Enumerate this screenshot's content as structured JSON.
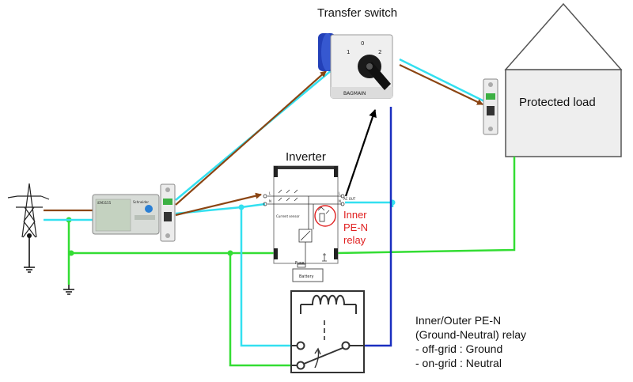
{
  "labels": {
    "transfer_switch": "Transfer switch",
    "protected_load": "Protected load",
    "inverter": "Inverter",
    "inner_relay": [
      "Inner",
      "PE-N",
      "relay"
    ],
    "outer_relay_caption": [
      "Inner/Outer PE-N",
      "(Ground-Neutral) relay",
      "- off-grid : Ground",
      "- on-grid : Neutral"
    ],
    "switch_brand": "BAGMAIN",
    "switch_positions": [
      "1",
      "0",
      "2"
    ],
    "inverter_terminals": [
      "L",
      "N",
      "L",
      "N"
    ],
    "inverter_ac_out": "AC OUT",
    "current_sensor": "Current sensor",
    "fuse": "Fuse",
    "battery": "Battery",
    "meter_brand": "Schneider",
    "meter_model": "iEM3155"
  },
  "colors": {
    "phase_line": "#8b4513",
    "neutral_line": "#33e0f0",
    "ground_line": "#33dd33",
    "switch_feed": "#1a2fc0",
    "control_arrow": "#000000",
    "annotation_red": "#e02020"
  }
}
